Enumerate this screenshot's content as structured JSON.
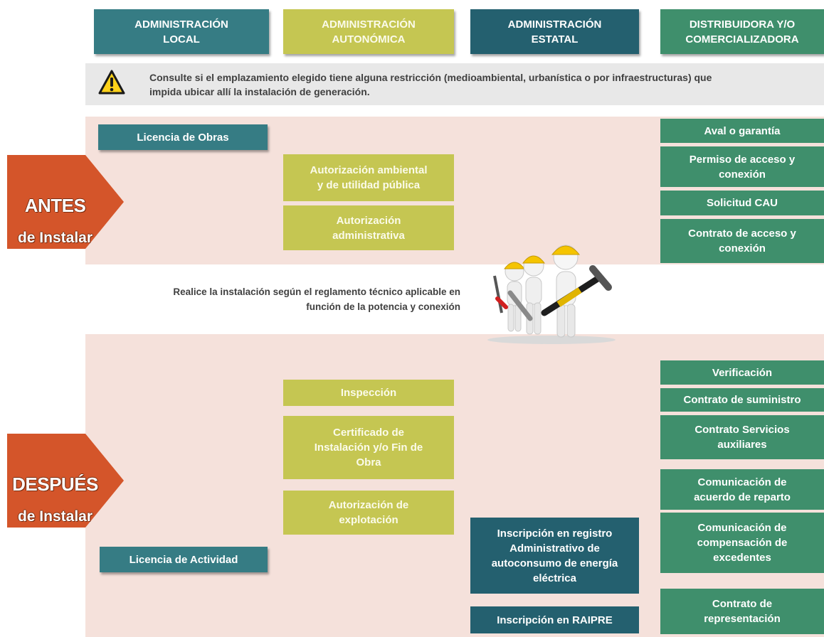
{
  "headers": [
    {
      "label": "ADMINISTRACIÓN\nLOCAL",
      "color": "#367c84"
    },
    {
      "label": "ADMINISTRACIÓN\nAUTONÓMICA",
      "color": "#c5c652"
    },
    {
      "label": "ADMINISTRACIÓN\nESTATAL",
      "color": "#24606f"
    },
    {
      "label": "DISTRIBUIDORA Y/O\nCOMERCIALIZADORA",
      "color": "#3f8f6c"
    }
  ],
  "warning": {
    "icon": "warning-triangle-icon",
    "text": "Consulte si el emplazamiento elegido tiene alguna restricción (medioambiental, urbanística o por infraestructuras) que\nimpida ubicar allí la instalación de generación."
  },
  "phases": {
    "before": {
      "title": "ANTES",
      "subtitle": "de Instalar",
      "color": "#d4552a"
    },
    "after": {
      "title": "DESPUÉS",
      "subtitle": "de Instalar",
      "color": "#d4552a"
    }
  },
  "installation_note": "Realice la instalación según el reglamento técnico aplicable en\nfunción de la potencia y conexión",
  "before": {
    "local": [
      "Licencia de Obras"
    ],
    "autonomica": [
      "Autorización ambiental\ny de utilidad pública",
      "Autorización\nadministrativa"
    ],
    "distribuidora": [
      "Aval o garantía",
      "Permiso de acceso y\nconexión",
      "Solicitud CAU",
      "Contrato de acceso y\nconexión"
    ]
  },
  "after": {
    "local": [
      "Licencia de Actividad"
    ],
    "autonomica": [
      "Inspección",
      "Certificado de\nInstalación y/o Fin de\nObra",
      "Autorización de\nexplotación"
    ],
    "estatal": [
      "Inscripción en registro\nAdministrativo de\nautoconsumo de energía\neléctrica",
      "Inscripción en RAIPRE"
    ],
    "distribuidora": [
      "Verificación",
      "Contrato de suministro",
      "Contrato Servicios\nauxiliares",
      "Comunicación de\nacuerdo de reparto",
      "Comunicación de\ncompensación de\nexcedentes",
      "Contrato de\nrepresentación"
    ]
  }
}
